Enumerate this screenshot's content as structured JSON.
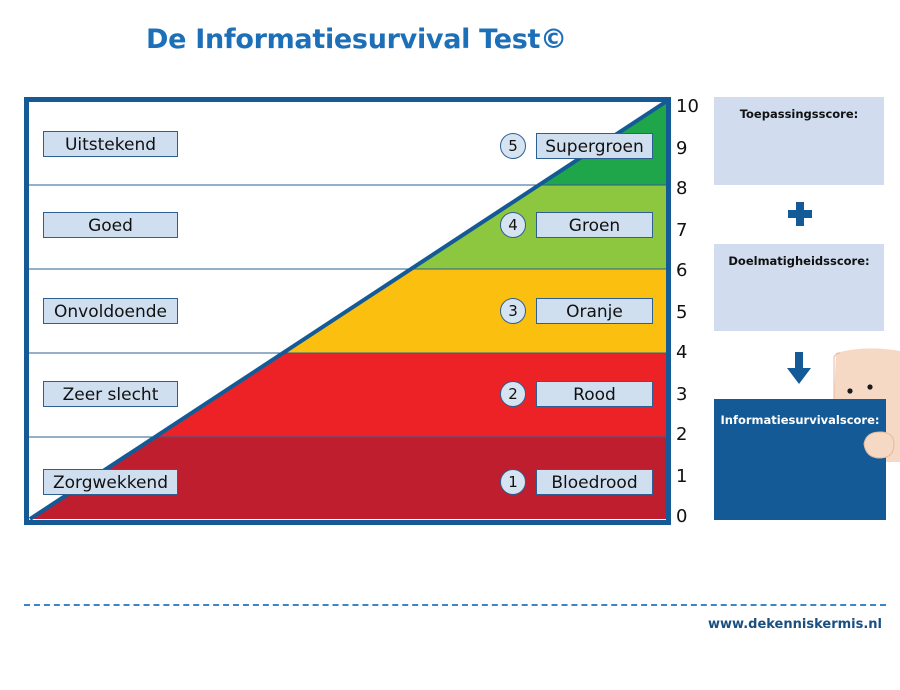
{
  "title": "De Informatiesurvival Test©",
  "levels": [
    {
      "left": "Uitstekend",
      "num": "5",
      "right": "Supergroen"
    },
    {
      "left": "Goed",
      "num": "4",
      "right": "Groen"
    },
    {
      "left": "Onvoldoende",
      "num": "3",
      "right": "Oranje"
    },
    {
      "left": "Zeer slecht",
      "num": "2",
      "right": "Rood"
    },
    {
      "left": "Zorgwekkend",
      "num": "1",
      "right": "Bloedrood"
    }
  ],
  "scale": [
    "10",
    "9",
    "8",
    "7",
    "6",
    "5",
    "4",
    "3",
    "2",
    "1",
    "0"
  ],
  "colors": {
    "supergroen": "#1fa64a",
    "groen": "#8dc63f",
    "oranje": "#fbbf10",
    "rood": "#ec2227",
    "bloedrood": "#be1e2d",
    "frame": "#135a96",
    "final_box": "#135a96"
  },
  "scores": {
    "toepassing": "Toepassingsscore:",
    "doelmatigheid": "Doelmatigheidsscore:",
    "final": "Informatiesurvivalscore:"
  },
  "icons": {
    "plus": "plus-icon",
    "arrow": "arrow-down-icon",
    "character": "peeking-character"
  },
  "footer": "www.dekenniskermis.nl"
}
